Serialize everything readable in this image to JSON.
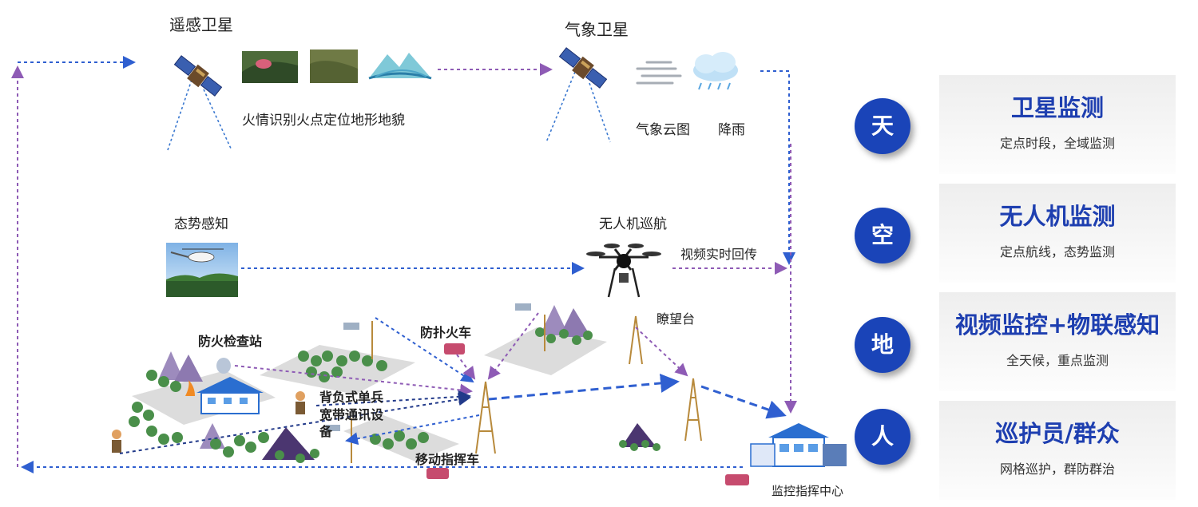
{
  "diagram": {
    "remote_sensing_satellite": "遥感卫星",
    "weather_satellite": "气象卫星",
    "remote_sensing_caption": "火情识别火点定位地形地貌",
    "weather_caption_cloud": "气象云图",
    "weather_caption_rain": "降雨",
    "situational_awareness": "态势感知",
    "drone_patrol": "无人机巡航",
    "video_realtime": "视频实时回传",
    "watchtower": "瞭望台",
    "fire_checkpoint": "防火检查站",
    "fire_truck": "防扑火车",
    "backpack_comm_line1": "背负式单兵",
    "backpack_comm_line2": "宽带通讯设",
    "backpack_comm_line3": "备",
    "mobile_command_vehicle": "移动指挥车",
    "command_center": "监控指挥中心"
  },
  "levels": [
    {
      "badge": "天",
      "title": "卫星监测",
      "subtitle": "定点时段，全域监测"
    },
    {
      "badge": "空",
      "title": "无人机监测",
      "subtitle": "定点航线，态势监测"
    },
    {
      "badge": "地",
      "title": "视频监控+物联感知",
      "subtitle": "全天候，重点监测"
    },
    {
      "badge": "人",
      "title": "巡护员/群众",
      "subtitle": "网格巡护，群防群治"
    }
  ],
  "colors": {
    "accent_blue": "#1a44b8",
    "title_blue": "#1e3fb0",
    "link_purple": "#9b59b6",
    "link_blue": "#2f5fd0"
  }
}
